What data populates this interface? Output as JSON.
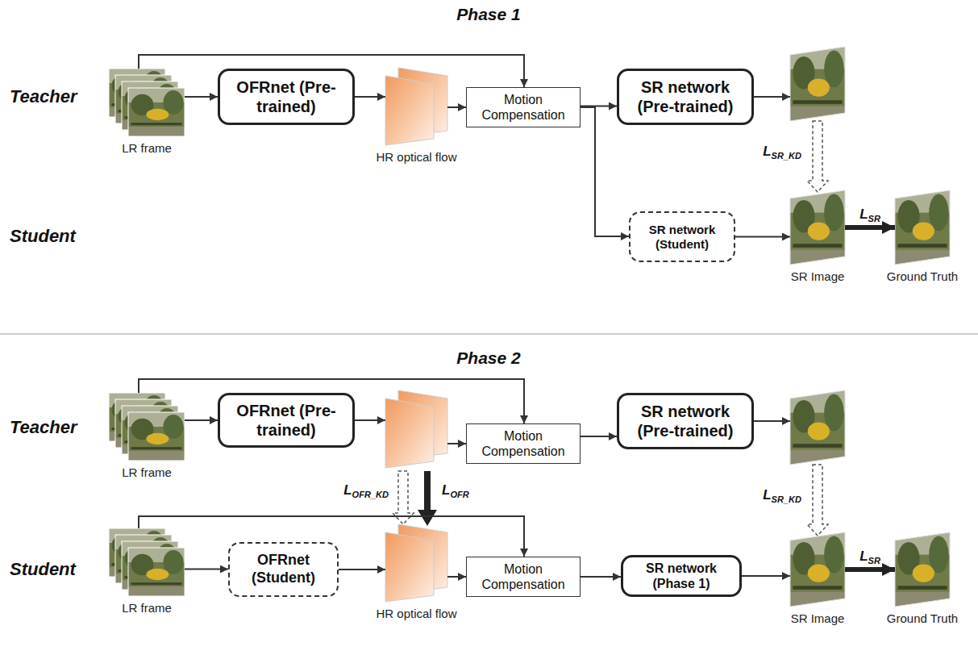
{
  "diagram": {
    "nodes": [
      {
        "text": [
          "LR frame"
        ]
      },
      {
        "text": [
          "OFRnet (Pre-trained)"
        ]
      },
      {
        "text": [
          "HR optical flow"
        ]
      },
      {
        "text": [
          "Motion Compensation"
        ]
      },
      {
        "text": [
          "SR network (Pre-trained)"
        ]
      },
      {
        "text": [
          "SR network (Student)"
        ]
      },
      {
        "text": [
          "SR Image"
        ]
      },
      {
        "text": [
          "Ground Truth"
        ]
      },
      {
        "text": [
          "LR frame"
        ]
      },
      {
        "text": [
          "OFRnet (Pre-trained)"
        ]
      },
      {
        "text": [
          "Motion Compensation"
        ]
      },
      {
        "text": [
          "SR network (Pre-trained)"
        ]
      },
      {
        "text": [
          "LR frame"
        ]
      },
      {
        "text": [
          "OFRnet (Student)"
        ]
      },
      {
        "text": [
          "HR optical flow"
        ]
      },
      {
        "text": [
          "Motion Compensation"
        ]
      },
      {
        "text": [
          "SR network (Phase 1)"
        ]
      },
      {
        "text": [
          "SR Image"
        ]
      },
      {
        "text": [
          "Ground Truth"
        ]
      }
    ],
    "edges": [
      {
        "from": 0,
        "to": 1,
        "arrow": "to"
      },
      {
        "from": 1,
        "to": 2,
        "arrow": "to"
      },
      {
        "from": 2,
        "to": 3,
        "arrow": "to"
      },
      {
        "from": 0,
        "to": 3,
        "arrow": "to"
      },
      {
        "from": 3,
        "to": 4,
        "arrow": "to"
      },
      {
        "from": 3,
        "to": 5,
        "arrow": "to"
      },
      {
        "from": 5,
        "to": 6,
        "arrow": "to"
      },
      {
        "from": 6,
        "to": 7,
        "label": "LSR",
        "arrow": "to"
      },
      {
        "from": 8,
        "to": 9,
        "arrow": "to"
      },
      {
        "from": 8,
        "to": 10,
        "arrow": "to"
      },
      {
        "from": 10,
        "to": 11,
        "arrow": "to"
      },
      {
        "from": 12,
        "to": 13,
        "arrow": "to"
      },
      {
        "from": 13,
        "to": 14,
        "arrow": "to"
      },
      {
        "from": 14,
        "to": 15,
        "arrow": "to"
      },
      {
        "from": 12,
        "to": 15,
        "arrow": "to"
      },
      {
        "from": 15,
        "to": 16,
        "arrow": "to"
      },
      {
        "from": 16,
        "to": 17,
        "arrow": "to"
      },
      {
        "from": 17,
        "to": 18,
        "label": "LSR",
        "arrow": "to"
      }
    ],
    "labels": [
      "Phase 1",
      "Teacher",
      "Student",
      "LSR_KD",
      "Phase 2",
      "Teacher",
      "LOFR_KD",
      "LOFR",
      "LSR_KD",
      "Student"
    ]
  }
}
